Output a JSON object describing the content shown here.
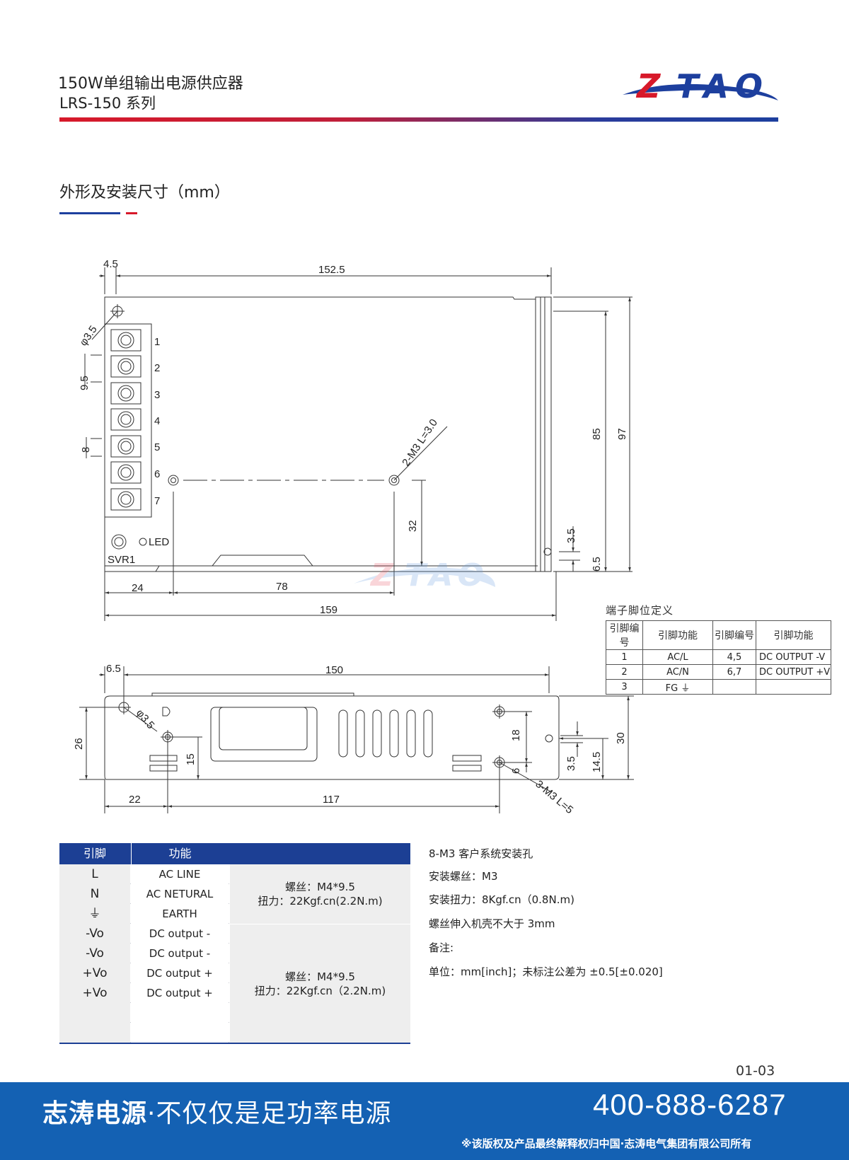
{
  "header": {
    "title_line1": "150W单组输出电源供应器",
    "title_line2": "LRS-150 系列",
    "logo_text": "ZTAO"
  },
  "section": {
    "title": "外形及安装尺寸（mm）"
  },
  "top_view": {
    "dims": {
      "d4_5": "4.5",
      "d152_5": "152.5",
      "phi3_5": "φ3.5",
      "d9_5": "9.5",
      "d8": "8",
      "hole_label": "2-M3 L=3.0",
      "d85": "85",
      "d97": "97",
      "d32": "32",
      "d3_5": "3.5",
      "d6_5": "6.5",
      "d24": "24",
      "d78": "78",
      "d159": "159"
    },
    "terminals": [
      "1",
      "2",
      "3",
      "4",
      "5",
      "6",
      "7"
    ],
    "led_label": "LED",
    "svr_label": "SVR1"
  },
  "side_view": {
    "dims": {
      "d6_5": "6.5",
      "d150": "150",
      "phi3_5": "φ3.5",
      "d26": "26",
      "d15": "15",
      "d18": "18",
      "d6": "6",
      "d3_5": "3.5",
      "d14_5": "14.5",
      "d30": "30",
      "d22": "22",
      "d117": "117",
      "hole_label": "3-M3 L=5"
    }
  },
  "pin_table": {
    "caption": "端子脚位定义",
    "headers": [
      "引脚编号",
      "引脚功能",
      "引脚编号",
      "引脚功能"
    ],
    "rows": [
      [
        "1",
        "AC/L",
        "4,5",
        "DC OUTPUT -V"
      ],
      [
        "2",
        "AC/N",
        "6,7",
        "DC OUTPUT +V"
      ],
      [
        "3",
        "FG ⏚",
        "",
        ""
      ]
    ]
  },
  "spec_table": {
    "headers": {
      "pin": "引脚",
      "function": "功能"
    },
    "rows": [
      {
        "pin": "L",
        "function": "AC LINE"
      },
      {
        "pin": "N",
        "function": "AC NETURAL"
      },
      {
        "pin": "⏚",
        "function": "EARTH"
      },
      {
        "pin": "-Vo",
        "function": "DC output -"
      },
      {
        "pin": "-Vo",
        "function": "DC output -"
      },
      {
        "pin": "+Vo",
        "function": "DC output +"
      },
      {
        "pin": "+Vo",
        "function": "DC output +"
      },
      {
        "pin": "",
        "function": ""
      },
      {
        "pin": "",
        "function": ""
      }
    ],
    "group1": {
      "line1": "螺丝：M4*9.5",
      "line2": "扭力：22Kgf.cn(2.2N.m)"
    },
    "group2": {
      "line1": "螺丝：M4*9.5",
      "line2": "扭力：22Kgf.cn（2.2N.m)"
    }
  },
  "notes": [
    "8-M3 客户系统安装孔",
    "安装螺丝：M3",
    "安装扭力：8Kgf.cn（0.8N.m)",
    "螺丝伸入机壳不大于 3mm",
    "备注:",
    "单位：mm[inch]；未标注公差为 ±0.5[±0.020]"
  ],
  "page_number": "01-03",
  "footer": {
    "slogan_bold": "志涛电源",
    "slogan_rest": "·不仅仅是足功率电源",
    "phone": "400-888-6287",
    "copyright": "※该版权及产品最终解释权归中国·志涛电气集团有限公司所有"
  },
  "colors": {
    "brand_red": "#d7192a",
    "brand_blue": "#1d3f9e",
    "footer_blue": "#1461b3",
    "table_head": "#1c3f94"
  }
}
